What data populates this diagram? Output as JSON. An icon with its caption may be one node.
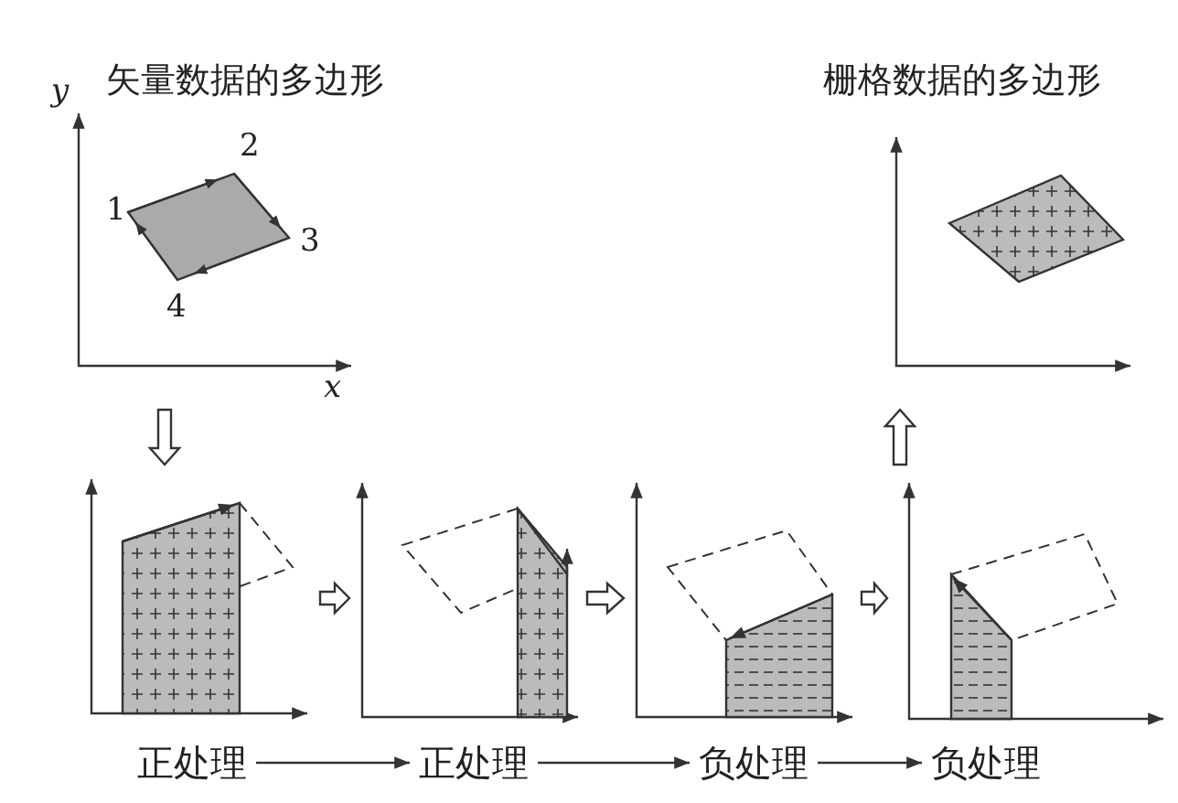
{
  "diagram": {
    "nodes": [
      {
        "text": [
          "矢量数据的多边形"
        ]
      },
      {
        "text": [
          "栅格数据的多边形"
        ]
      },
      {
        "text": [],
        "shape": "picture"
      },
      {
        "text": [],
        "shape": "picture"
      },
      {
        "text": [],
        "shape": "picture"
      },
      {
        "text": [],
        "shape": "picture"
      },
      {
        "text": [
          "正处理"
        ]
      },
      {
        "text": [
          "正处理"
        ]
      },
      {
        "text": [
          "负处理"
        ]
      },
      {
        "text": [
          "负处理"
        ]
      }
    ],
    "edges": [
      {
        "from": 0,
        "to": 2,
        "arrow": "to",
        "style": "thick"
      },
      {
        "from": 2,
        "to": 3,
        "arrow": "to",
        "style": "thick"
      },
      {
        "from": 3,
        "to": 4,
        "arrow": "to",
        "style": "thick"
      },
      {
        "from": 4,
        "to": 5,
        "arrow": "to",
        "style": "thick"
      },
      {
        "from": 5,
        "to": 1,
        "arrow": "to",
        "style": "thick"
      },
      {
        "from": 6,
        "to": 7,
        "arrow": "to"
      },
      {
        "from": 7,
        "to": 8,
        "arrow": "to"
      },
      {
        "from": 8,
        "to": 9,
        "arrow": "to"
      }
    ],
    "labels": [
      "y",
      "2",
      "1",
      "3",
      "4",
      "x"
    ]
  }
}
